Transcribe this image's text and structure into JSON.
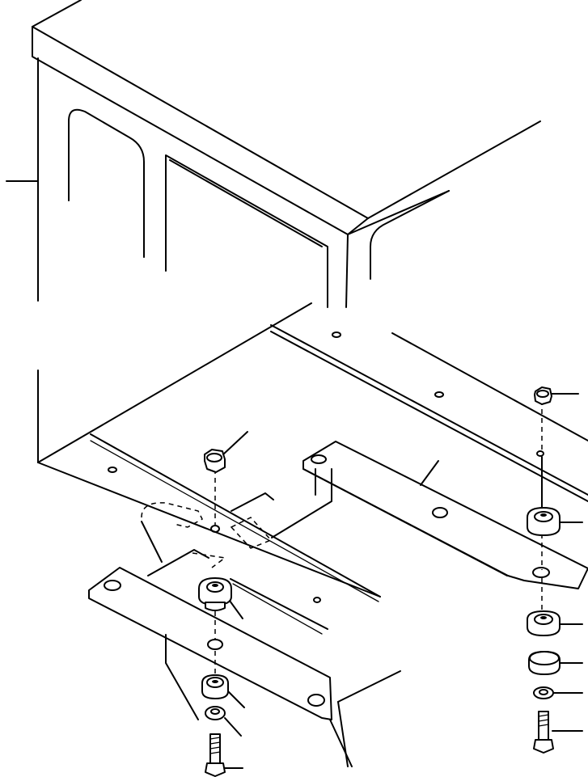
{
  "diagram": {
    "style": "black line-art exploded parts view",
    "line_color": "#000000",
    "background": "#ffffff",
    "parts": [
      {
        "name": "cab-box"
      },
      {
        "name": "floor-plate"
      },
      {
        "name": "front-mount-bracket"
      },
      {
        "name": "rear-mount-bracket"
      },
      {
        "name": "left-hex-nut"
      },
      {
        "name": "left-rubber-mount-upper"
      },
      {
        "name": "left-rubber-mount-lower"
      },
      {
        "name": "left-washer"
      },
      {
        "name": "left-bolt"
      },
      {
        "name": "right-hex-nut"
      },
      {
        "name": "right-rubber-mount-upper"
      },
      {
        "name": "right-rubber-mount-middle"
      },
      {
        "name": "right-rubber-mount-lower"
      },
      {
        "name": "right-washer"
      },
      {
        "name": "right-bolt"
      }
    ]
  }
}
